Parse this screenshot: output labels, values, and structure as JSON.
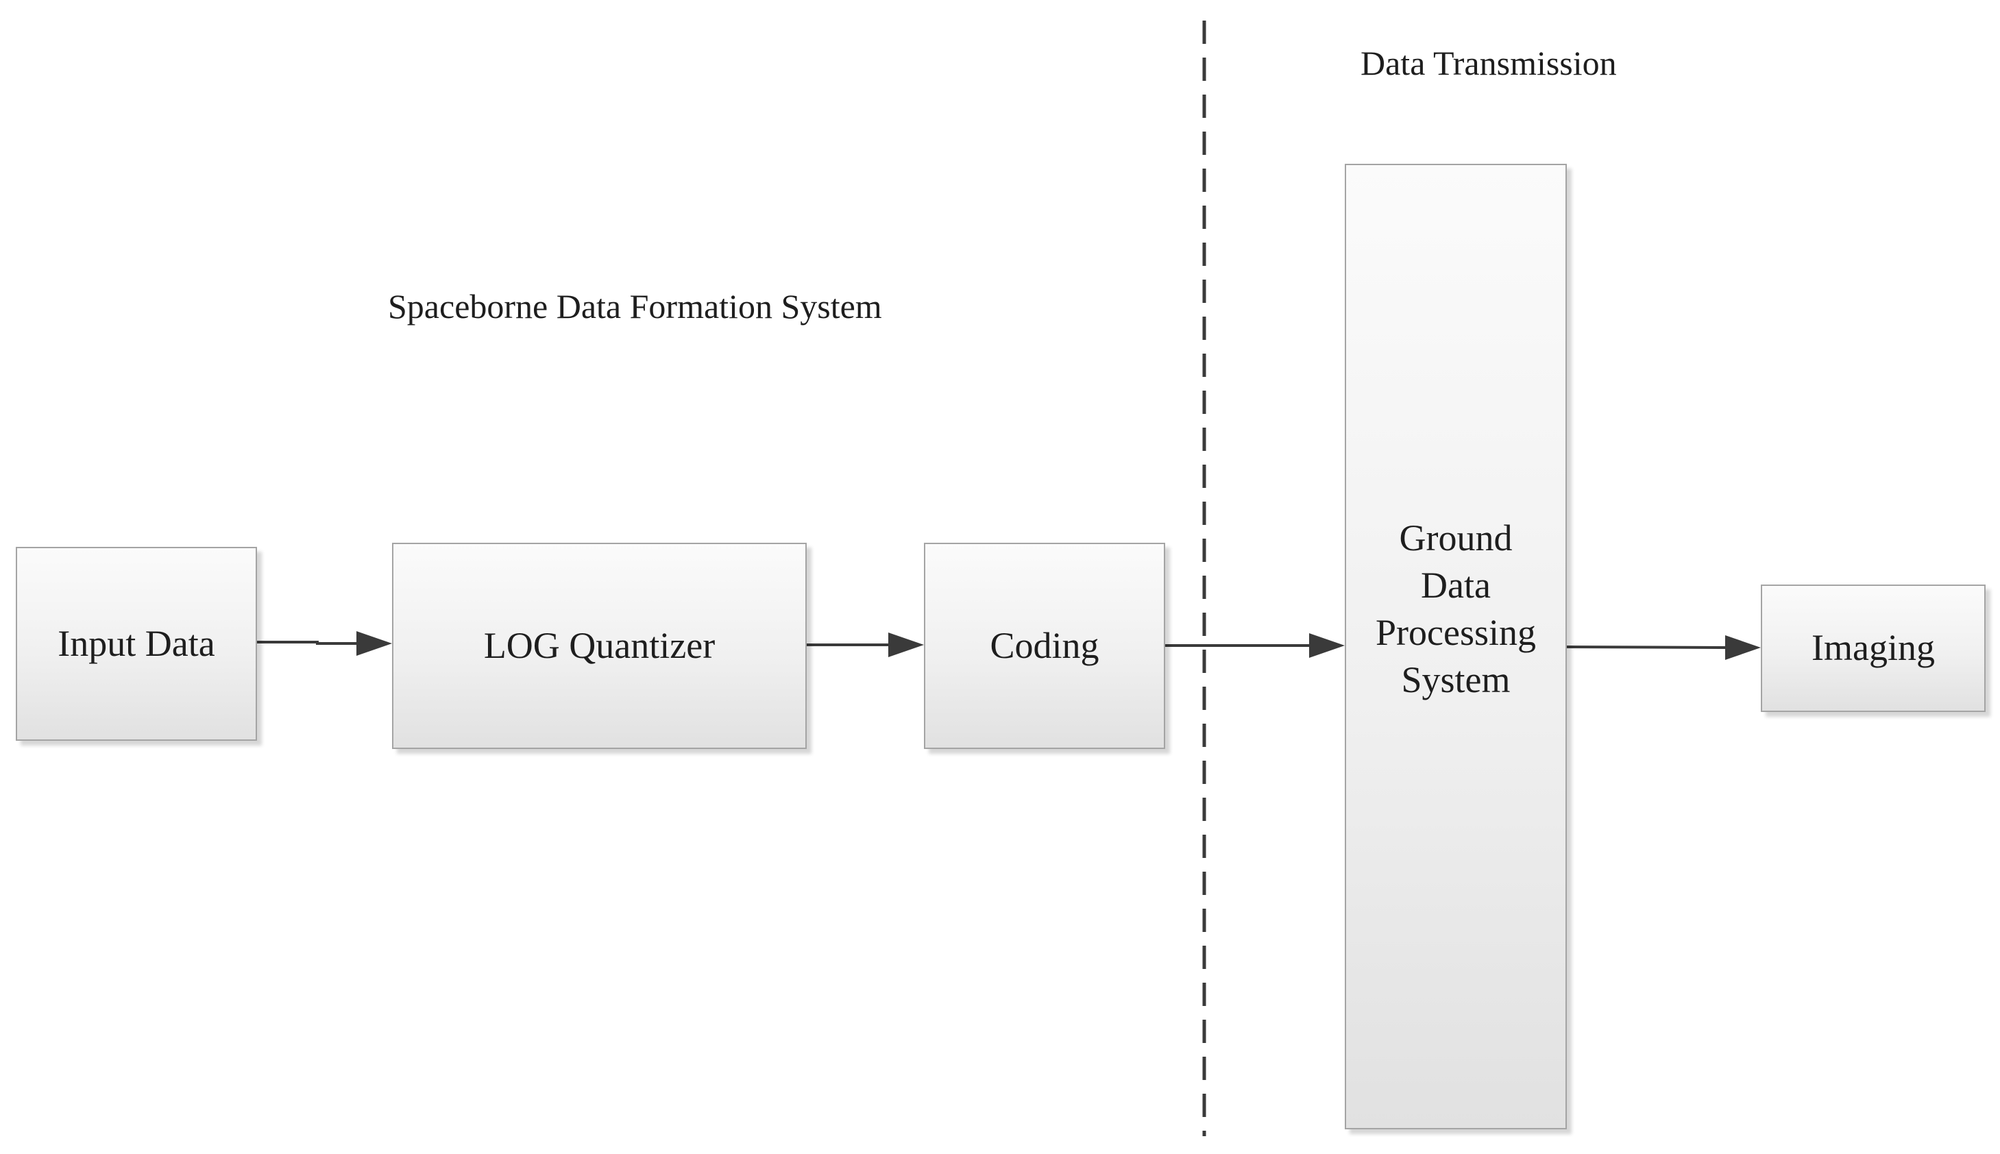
{
  "diagram": {
    "section_labels": {
      "spaceborne": "Spaceborne Data Formation System",
      "transmission": "Data Transmission"
    },
    "nodes": {
      "input_data": "Input Data",
      "log_quantizer": "LOG Quantizer",
      "coding": "Coding",
      "ground_processing": "Ground\nData\nProcessing\nSystem",
      "imaging": "Imaging"
    },
    "colors": {
      "box_border": "#a4a4a4",
      "box_fill_top": "#fbfbfb",
      "box_fill_bottom": "#e1e1e1",
      "arrow": "#3a3a3a",
      "divider": "#3a3a3a",
      "text": "#1e1e1e"
    }
  }
}
